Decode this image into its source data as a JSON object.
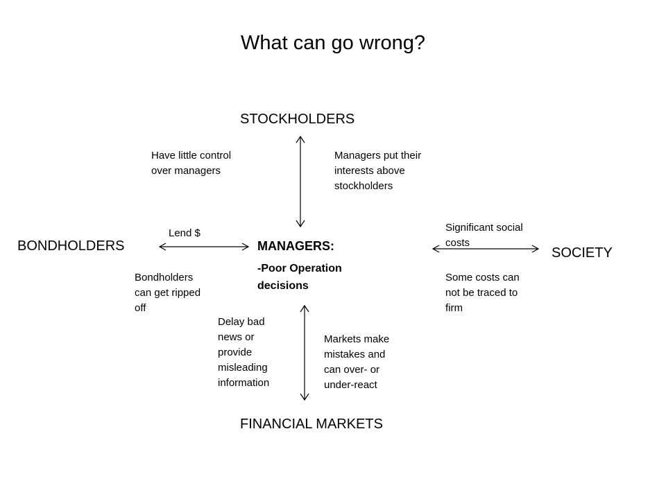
{
  "title": "What can go wrong?",
  "nodes": {
    "stockholders": "STOCKHOLDERS",
    "bondholders": "BONDHOLDERS",
    "society": "SOCIETY",
    "financial_markets": "FINANCIAL MARKETS"
  },
  "managers": {
    "heading": "MANAGERS:",
    "issue_line1": "-Poor Operation",
    "issue_line2": "decisions"
  },
  "annotations": {
    "stock_left": [
      "Have little control",
      "over managers"
    ],
    "stock_right": [
      "Managers put their",
      "interests above",
      "stockholders"
    ],
    "lend": "Lend $",
    "bond_below": [
      "Bondholders",
      "can get ripped",
      "off"
    ],
    "society_above": [
      "Significant social",
      "costs"
    ],
    "society_below": [
      "Some costs can",
      "not be traced to",
      "firm"
    ],
    "markets_left": [
      "Delay bad",
      "news or",
      "provide",
      "misleading",
      "information"
    ],
    "markets_right": [
      "Markets make",
      "mistakes and",
      "can over- or",
      "under-react"
    ]
  }
}
